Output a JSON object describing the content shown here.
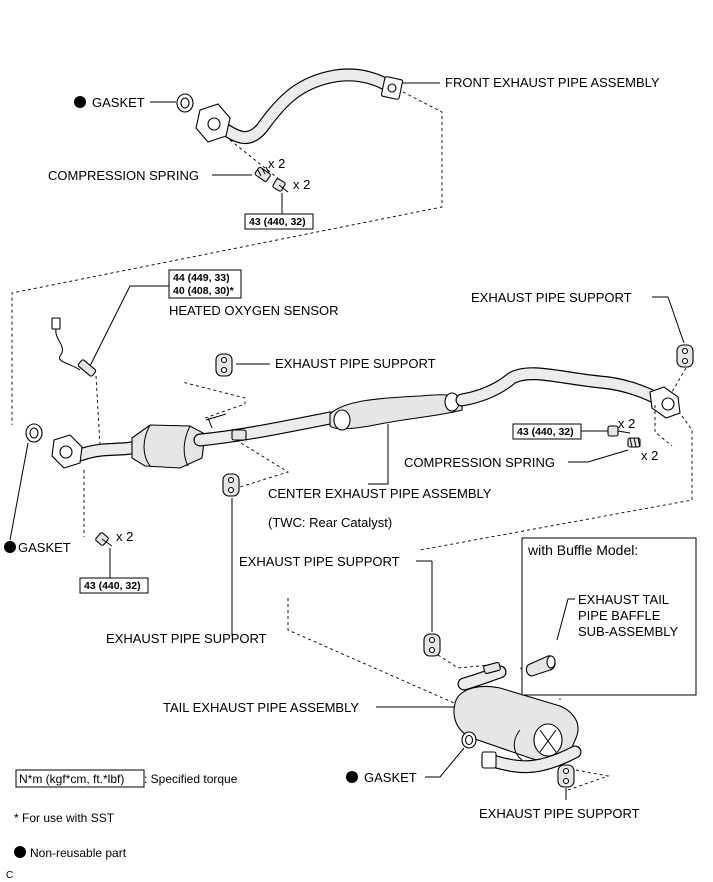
{
  "labels": {
    "front_pipe": "FRONT EXHAUST PIPE ASSEMBLY",
    "gasket_top": "GASKET",
    "compression_spring_top": "COMPRESSION SPRING",
    "x2_a": "x 2",
    "x2_b": "x 2",
    "torque_front": "43 (440, 32)",
    "sensor_torque_1": "44 (449, 33)",
    "sensor_torque_2": "40 (408, 30)*",
    "heated_oxygen_sensor": "HEATED OXYGEN SENSOR",
    "support_right_top": "EXHAUST PIPE SUPPORT",
    "support_center_top": "EXHAUST PIPE SUPPORT",
    "torque_right": "43 (440, 32)",
    "x2_c": "x 2",
    "compression_spring_right": "COMPRESSION SPRING",
    "x2_d": "x 2",
    "center_pipe": "CENTER EXHAUST PIPE ASSEMBLY",
    "twc_note": "(TWC: Rear Catalyst)",
    "gasket_left": "GASKET",
    "x2_e": "x 2",
    "torque_left": "43 (440, 32)",
    "support_middle": "EXHAUST PIPE SUPPORT",
    "support_left_bottom": "EXHAUST PIPE SUPPORT",
    "tail_pipe": "TAIL EXHAUST PIPE ASSEMBLY",
    "gasket_bottom": "GASKET",
    "support_bottom": "EXHAUST PIPE SUPPORT",
    "buffle_title": "with Buffle Model:",
    "baffle_line1": "EXHAUST TAIL",
    "baffle_line2": "PIPE BAFFLE",
    "baffle_line3": "SUB-ASSEMBLY"
  },
  "legend": {
    "torque_unit": "N*m (kgf*cm, ft.*lbf)",
    "torque_desc": ": Specified torque",
    "sst_note": "* For use with SST",
    "nonreusable": "Non-reusable part"
  },
  "corner_code": "C"
}
